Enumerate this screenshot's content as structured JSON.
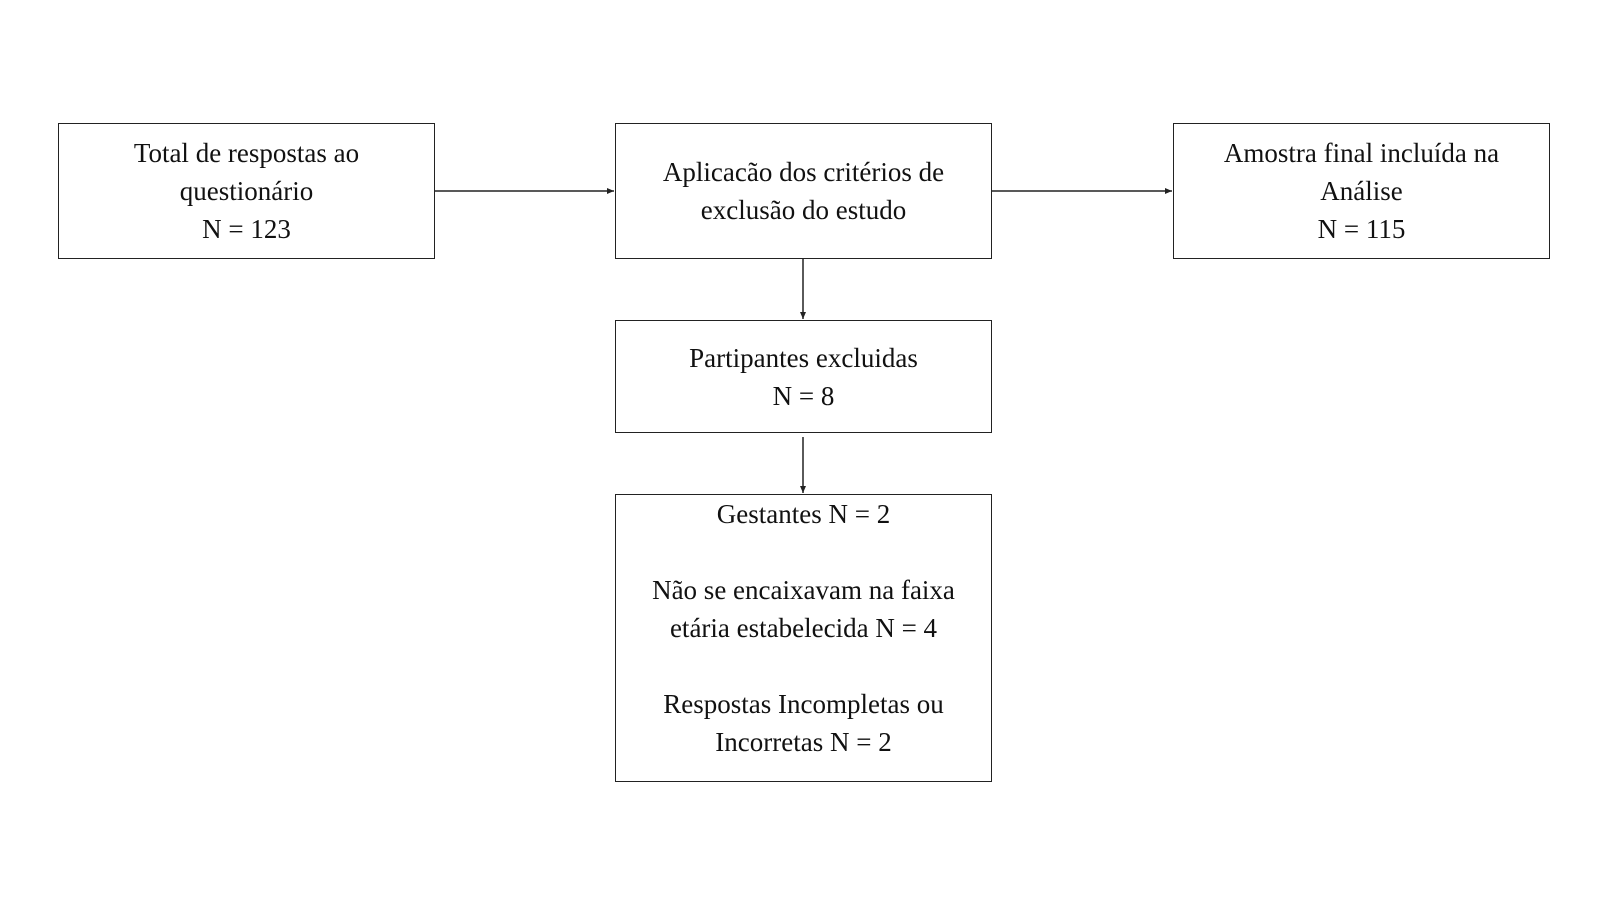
{
  "boxes": {
    "total": {
      "lines": [
        "Total de respostas ao",
        "questionário",
        "N = 123"
      ]
    },
    "criterios": {
      "lines": [
        "Aplicacão dos critérios de",
        "exclusão do estudo"
      ]
    },
    "amostra": {
      "lines": [
        "Amostra final incluída na",
        "Análise",
        "N = 115"
      ]
    },
    "excluidas": {
      "lines": [
        "Partipantes excluidas",
        "N = 8"
      ]
    },
    "motivos": {
      "gestantes": [
        "Gestantes N = 2"
      ],
      "faixa_etaria": [
        "Não se encaixavam na faixa",
        "etária estabelecida N = 4"
      ],
      "respostas": [
        "Respostas Incompletas ou",
        "Incorretas N = 2"
      ]
    }
  },
  "colors": {
    "stroke": "#222222",
    "background": "#ffffff",
    "text": "#111111"
  }
}
